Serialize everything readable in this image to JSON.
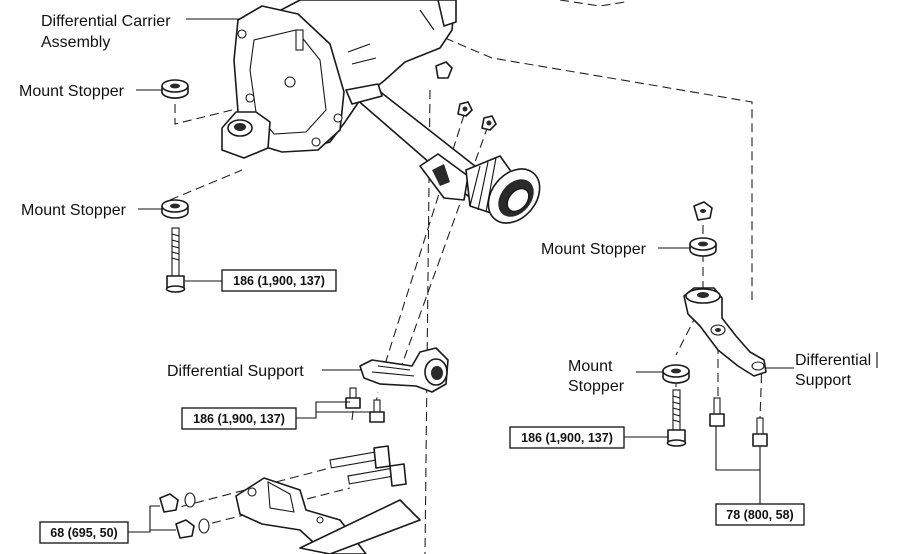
{
  "labels": {
    "differential_carrier_line1": "Differential Carrier",
    "differential_carrier_line2": "Assembly",
    "mount_stopper_upper_left": "Mount Stopper",
    "mount_stopper_lower_left": "Mount Stopper",
    "mount_stopper_right_upper": "Mount Stopper",
    "mount_stopper_right_lower_line1": "Mount",
    "mount_stopper_right_lower_line2": "Stopper",
    "differential_support_center": "Differential Support",
    "differential_support_right_line1": "Differential",
    "differential_support_right_line2": "Support"
  },
  "torque_specs": {
    "left_mount_bolt": "186 (1,900, 137)",
    "center_support_bolts": "186 (1,900, 137)",
    "right_mount_bolt": "186 (1,900, 137)",
    "crossmember_nuts": "68 (695, 50)",
    "right_support_bolts": "78 (800, 58)"
  }
}
